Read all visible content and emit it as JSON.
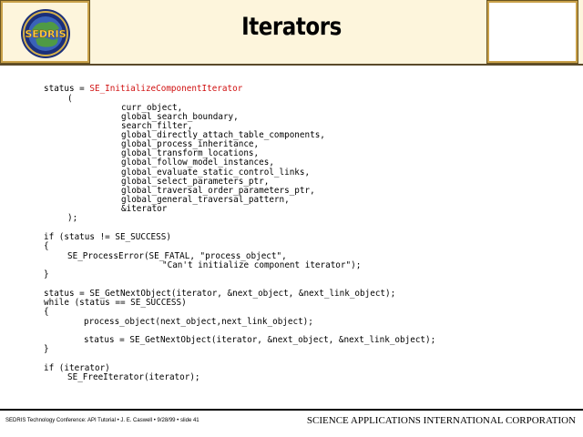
{
  "header": {
    "title": "Iterators",
    "logo_text": "SEDRIS"
  },
  "code": {
    "block1": {
      "prefix": "status = ",
      "func": "SE_InitializeComponentIterator",
      "open": "(",
      "args": [
        "curr_object,",
        "global_search_boundary,",
        "search_filter,",
        "global_directly_attach_table_components,",
        "global_process_inheritance,",
        "global_transform_locations,",
        "global_follow_model_instances,",
        "global_evaluate_static_control_links,",
        "global_select_parameters_ptr,",
        "global_traversal_order_parameters_ptr,",
        "global_general_traversal_pattern,",
        "&iterator"
      ],
      "close": ");"
    },
    "block2": [
      "if (status != SE_SUCCESS)",
      "{",
      "SE_ProcessError(SE_FATAL, \"process_object\",",
      "\"Can't initialize component iterator\");",
      "}"
    ],
    "block3": [
      "status = SE_GetNextObject(iterator, &next_object, &next_link_object);",
      "while (status == SE_SUCCESS)",
      "{",
      "process_object(next_object,next_link_object);",
      "status = SE_GetNextObject(iterator, &next_object, &next_link_object);",
      "}"
    ],
    "block4": [
      "if (iterator)",
      "SE_FreeIterator(iterator);"
    ]
  },
  "footer": {
    "left": "SEDRIS Technology Conference: API Tutorial • J. E. Caswell • 9/28/99 • slide 41",
    "right": "SCIENCE APPLICATIONS INTERNATIONAL CORPORATION"
  },
  "colors": {
    "header_bg": "#fdf5dc",
    "frame_gold": "#c9a14a",
    "function_red": "#d01010"
  }
}
